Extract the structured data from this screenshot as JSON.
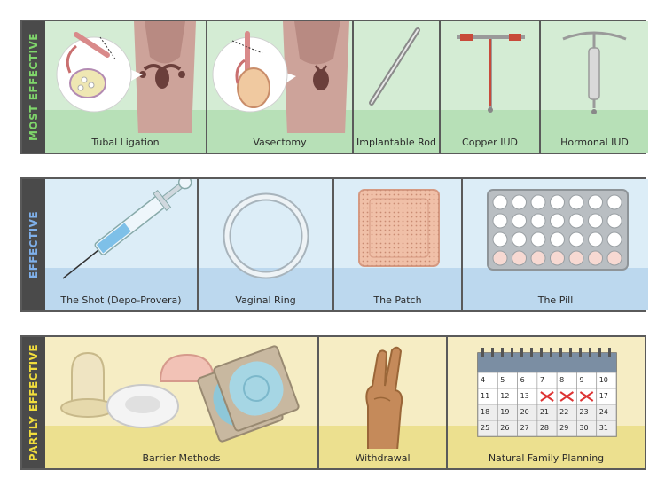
{
  "tiers": [
    {
      "label": "MOST EFFECTIVE",
      "label_color": "#7fd66b",
      "bg": "#d4ecd4",
      "band": "#b7e0b7",
      "methods": [
        "Tubal Ligation",
        "Vasectomy",
        "Implantable Rod",
        "Copper IUD",
        "Hormonal IUD"
      ]
    },
    {
      "label": "EFFECTIVE",
      "label_color": "#7fb0ea",
      "bg": "#dcedf7",
      "band": "#bcd8ee",
      "methods": [
        "The Shot (Depo-Provera)",
        "Vaginal Ring",
        "The Patch",
        "The Pill"
      ]
    },
    {
      "label": "PARTLY EFFECTIVE",
      "label_color": "#f1dd3c",
      "bg": "#f6edc4",
      "band": "#ece08f",
      "methods": [
        "Barrier Methods",
        "Withdrawal",
        "Natural Family Planning"
      ]
    }
  ],
  "calendar": {
    "rows": [
      [
        "4",
        "5",
        "6",
        "7",
        "8",
        "9",
        "10"
      ],
      [
        "11",
        "12",
        "13",
        "",
        "",
        "",
        "17"
      ],
      [
        "18",
        "19",
        "20",
        "21",
        "22",
        "23",
        "24"
      ],
      [
        "25",
        "26",
        "27",
        "28",
        "29",
        "30",
        "31"
      ]
    ]
  }
}
